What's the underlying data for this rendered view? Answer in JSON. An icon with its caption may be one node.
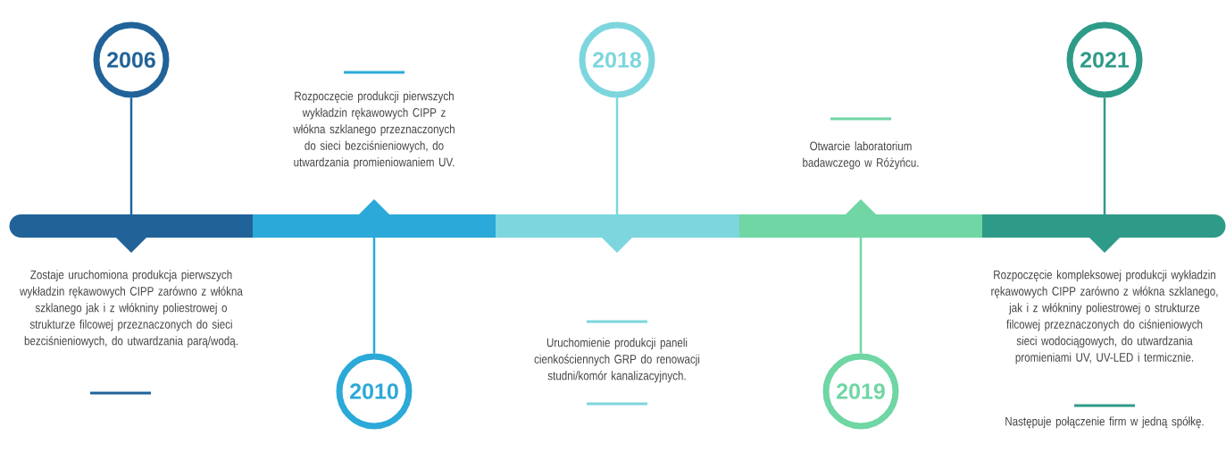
{
  "diagram": {
    "nodes": [
      {
        "text": [
          "2006"
        ]
      },
      {
        "text": [
          "2010"
        ]
      },
      {
        "text": [
          "2018"
        ]
      },
      {
        "text": [
          "2019"
        ]
      },
      {
        "text": [
          "2021"
        ]
      },
      {
        "text": [],
        "shape": "bar"
      },
      {
        "text": [],
        "shape": "bar"
      },
      {
        "text": [],
        "shape": "bar"
      },
      {
        "text": [],
        "shape": "bar"
      },
      {
        "text": [],
        "shape": "bar"
      }
    ],
    "edges": [
      {
        "from": 0,
        "to": 5,
        "arrow": "none",
        "color": "#216399"
      },
      {
        "from": 1,
        "to": 6,
        "arrow": "none",
        "color": "#2ba9d8"
      },
      {
        "from": 2,
        "to": 7,
        "arrow": "none",
        "color": "#7dd6dd"
      },
      {
        "from": 3,
        "to": 8,
        "arrow": "none",
        "color": "#6fd6a4"
      },
      {
        "from": 4,
        "to": 9,
        "arrow": "none",
        "color": "#2e9b88"
      }
    ],
    "labels": [
      "Zostaje uruchomiona produkcja pierwszych wykładzin rękawowych CIPP zarówno z włókna szklanego jak i z włókniny poliestrowej o strukturze filcowej przeznaczonych do sieci bezciśnieniowych, do utwardzania parą/wodą.",
      "Rozpoczęcie produkcji pierwszych wykładzin rękawowych CIPP z włókna szklanego przeznaczonych do sieci bezciśnieniowych, do utwardzania promieniowaniem UV.",
      "Uruchomienie produkcji paneli cienkościennych GRP do renowacji studni/komór kanalizacyjnych.",
      "Otwarcie laboratorium badawczego w Różyńcu.",
      "Rozpoczęcie kompleksowej produkcji wykładzin rękawowych CIPP zarówno z włókna szklanego, jak i z włókniny poliestrowej o strukturze filcowej przeznaczonych do ciśnieniowych sieci wodociągowych, do utwardzania promieniami UV, UV-LED i termicznie.",
      "Następuje połączenie firm w jedną spółkę."
    ]
  }
}
